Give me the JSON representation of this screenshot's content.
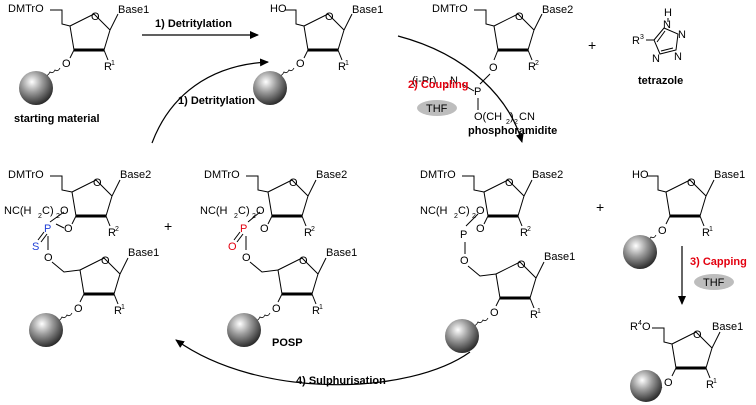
{
  "steps": {
    "detritylation_top": "1) Detritylation",
    "detritylation_left": "1) Detritylation",
    "coupling": "2) Coupling",
    "capping": "3) Capping",
    "sulphurisation": "4) Sulphurisation",
    "thf_coupling": "THF",
    "thf_capping": "THF"
  },
  "labels": {
    "starting_material": "starting material",
    "phosphoramidite": "phosphoramidite",
    "tetrazole": "tetrazole",
    "posp": "POSP"
  },
  "atoms": {
    "dmtro": "DMTrO",
    "ho": "HO",
    "base1": "Base1",
    "base2": "Base2",
    "r1": "R",
    "r2": "R",
    "r3": "R",
    "r4o": "R",
    "o": "O",
    "p": "P",
    "s": "S",
    "n": "N",
    "h": "H",
    "ipr2n": "(i-Pr)",
    "och2ch2cn": "O(CH",
    "nch2ch2o": "NC(H",
    "plus": "+"
  },
  "colors": {
    "step_highlight": "#e3000f",
    "sulfur": "#1f3fd6",
    "oxygen_red": "#e3000f",
    "thf_pill": "#bdbdbd"
  }
}
